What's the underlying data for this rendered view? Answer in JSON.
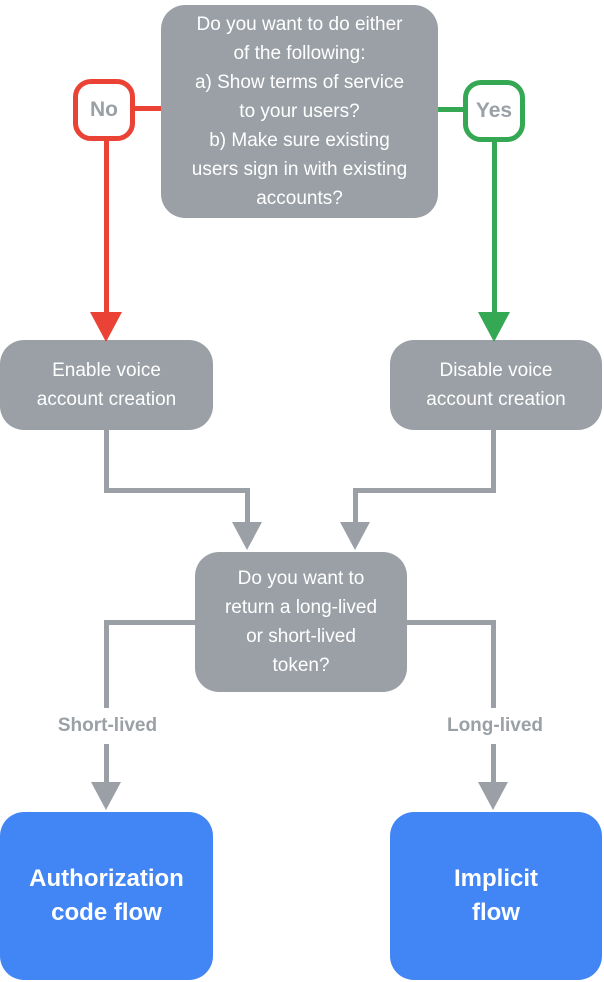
{
  "palette": {
    "box_gray": "#9AA0A6",
    "arrow_red": "#EA4335",
    "arrow_green": "#34A853",
    "result_blue": "#4285F4",
    "label_text_gray": "#9AA0A6",
    "text_white": "#FFFFFF"
  },
  "flowchart": {
    "top_question": {
      "text": "Do you want to do either\nof the following:\na) Show terms of service\nto your users?\nb) Make sure existing\nusers sign in with existing\naccounts?"
    },
    "no_badge": {
      "label": "No"
    },
    "yes_badge": {
      "label": "Yes"
    },
    "enable_node": {
      "text": "Enable voice\naccount creation"
    },
    "disable_node": {
      "text": "Disable voice\naccount creation"
    },
    "token_question": {
      "text": "Do you want to\nreturn a long-lived\nor short-lived\ntoken?"
    },
    "short_lived_label": {
      "text": "Short-lived"
    },
    "long_lived_label": {
      "text": "Long-lived"
    },
    "authorization_node": {
      "text": "Authorization\ncode flow"
    },
    "implicit_node": {
      "text": "Implicit\nflow"
    }
  }
}
